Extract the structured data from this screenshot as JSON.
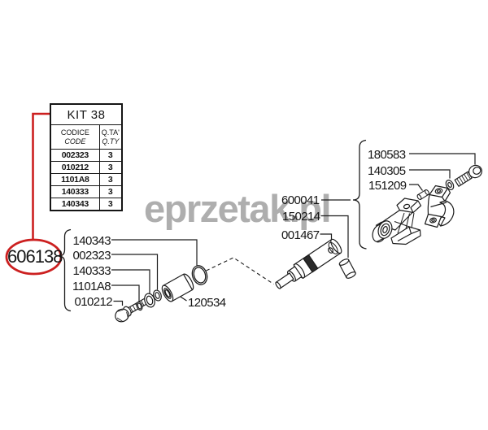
{
  "watermark": "eprzetak.pl",
  "kit_badge": {
    "number": "606138"
  },
  "kit_table": {
    "title": "KIT  38",
    "header": {
      "code_label": "CODICE",
      "code_label_alt": "CODE",
      "qty_label": "Q.TA'",
      "qty_label_alt": "Q.TY"
    },
    "rows": [
      {
        "code": "002323",
        "qty": "3"
      },
      {
        "code": "010212",
        "qty": "3"
      },
      {
        "code": "1101A8",
        "qty": "3"
      },
      {
        "code": "140333",
        "qty": "3"
      },
      {
        "code": "140343",
        "qty": "3"
      }
    ]
  },
  "part_labels": {
    "left": [
      "140343",
      "002323",
      "140333",
      "1101A8",
      "010212"
    ],
    "bushing": "120534",
    "middle": [
      "600041",
      "150214",
      "001467"
    ],
    "right": [
      "180583",
      "140305",
      "151209"
    ]
  },
  "colors": {
    "highlight_red": "#cc2020",
    "ink": "#1c1c1c",
    "watermark_gray": "#aeaeae"
  }
}
